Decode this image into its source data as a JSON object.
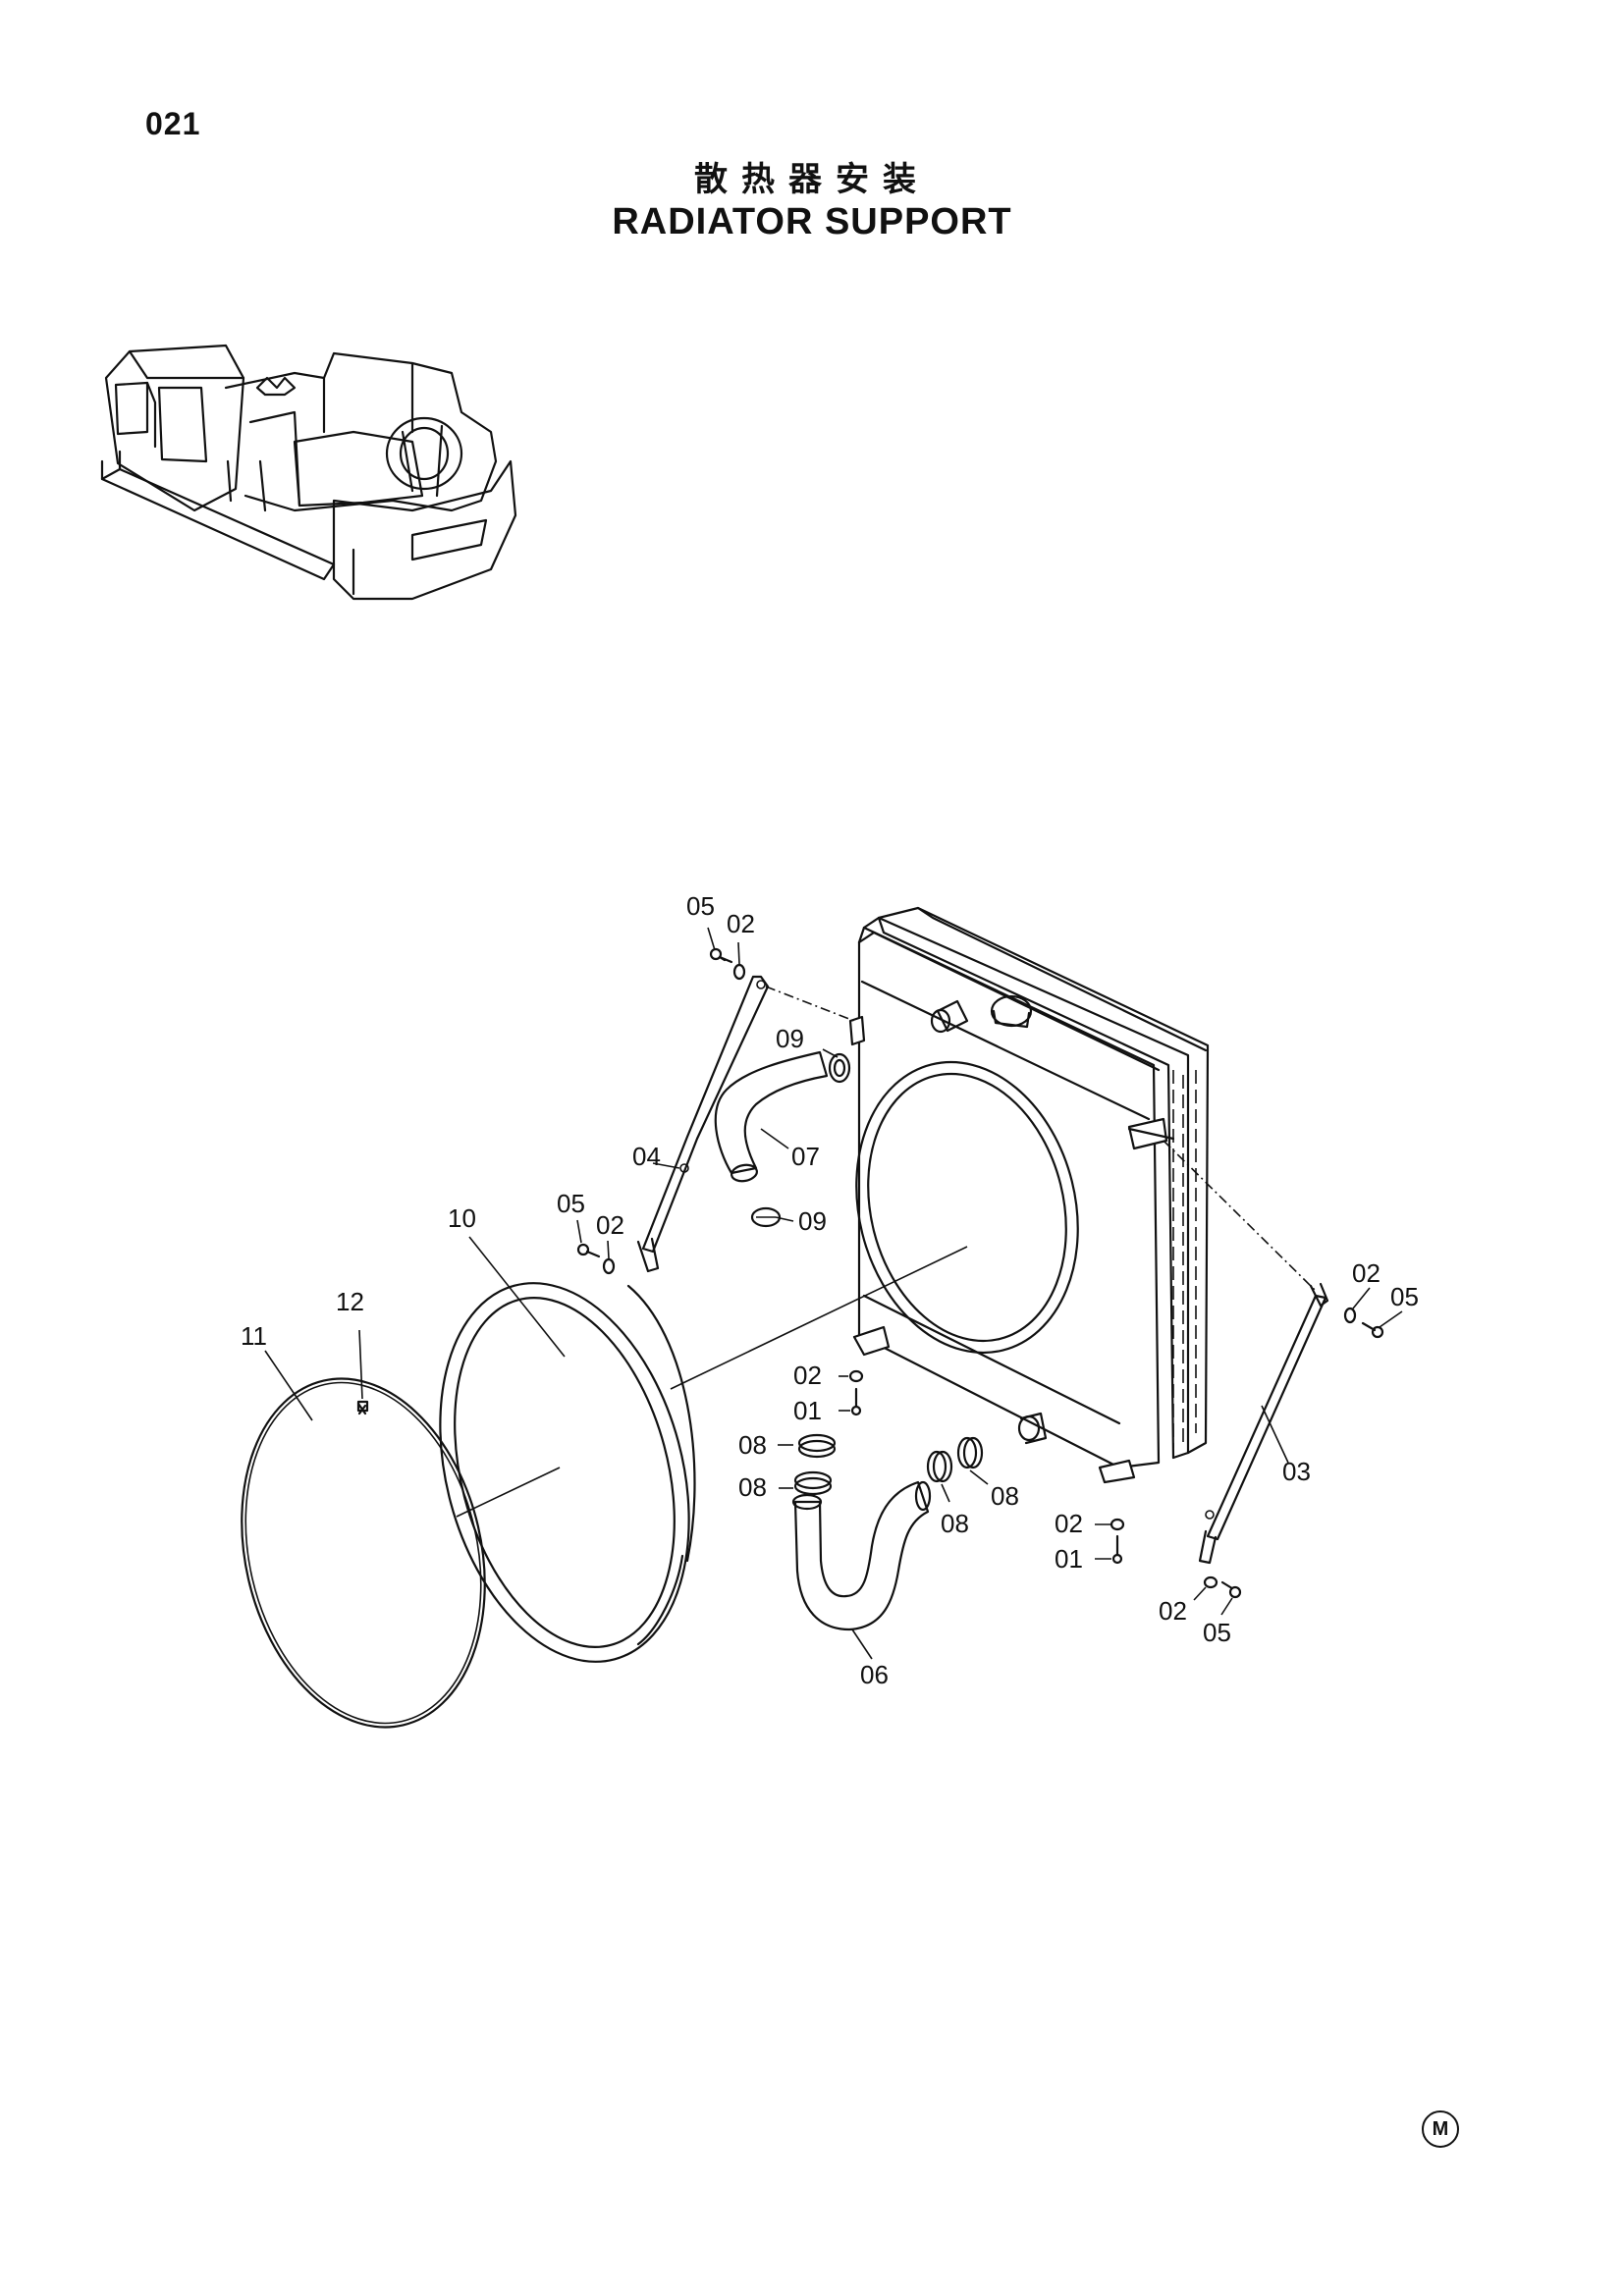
{
  "page": {
    "number": "021",
    "title_cn": "散热器安装",
    "title_en": "RADIATOR SUPPORT",
    "maker_mark": "M"
  },
  "callouts": {
    "c05_top": "05",
    "c02_top": "02",
    "c09_upper": "09",
    "c04": "04",
    "c07": "07",
    "c09_lower": "09",
    "c05_left": "05",
    "c02_left": "02",
    "c10": "10",
    "c12": "12",
    "c11": "11",
    "c02_right": "02",
    "c05_right": "05",
    "c02_mid": "02",
    "c01_mid": "01",
    "c08_a": "08",
    "c08_b": "08",
    "c08_c": "08",
    "c08_d": "08",
    "c03": "03",
    "c02_lower": "02",
    "c01_lower": "01",
    "c02_bottom": "02",
    "c05_bottom": "05",
    "c06": "06"
  }
}
